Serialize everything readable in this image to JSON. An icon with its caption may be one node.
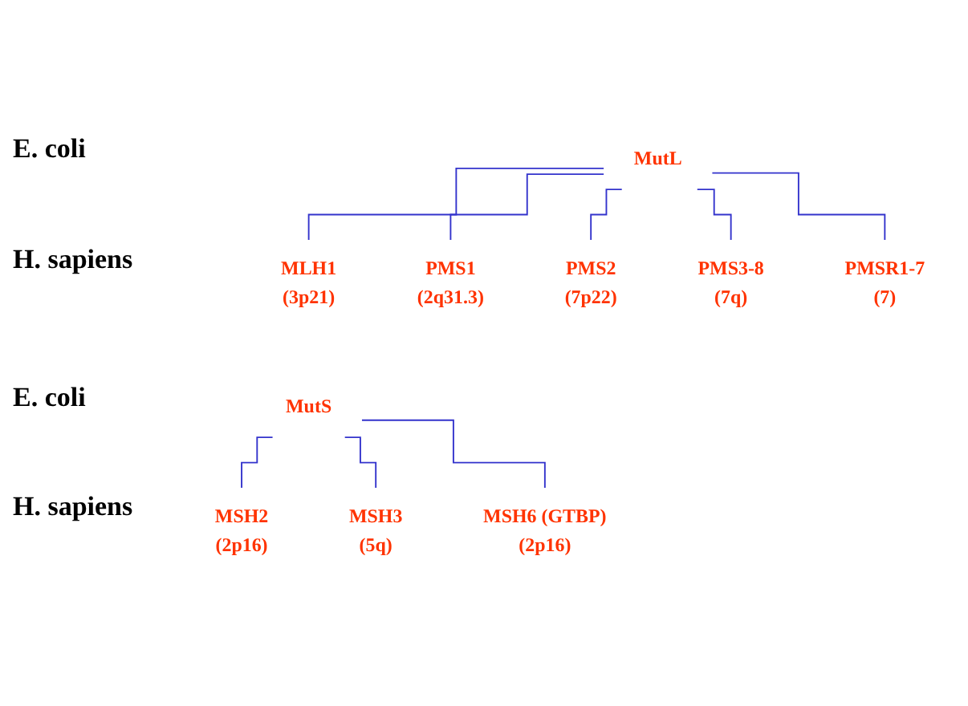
{
  "diagram": {
    "nodes": [
      {
        "text": [
          "MutL"
        ]
      },
      {
        "text": [
          "MLH1"
        ],
        "beside": [
          "(3p21)"
        ]
      },
      {
        "text": [
          "PMS1"
        ],
        "beside": [
          "(2q31.3)"
        ]
      },
      {
        "text": [
          "PMS2"
        ],
        "beside": [
          "(7p22)"
        ]
      },
      {
        "text": [
          "PMS3-8"
        ],
        "beside": [
          "(7q)"
        ]
      },
      {
        "text": [
          "PMSR1-7"
        ],
        "beside": [
          "(7)"
        ]
      },
      {
        "text": [
          "MutS"
        ]
      },
      {
        "text": [
          "MSH2"
        ],
        "beside": [
          "(2p16)"
        ]
      },
      {
        "text": [
          "MSH3"
        ],
        "beside": [
          "(5q)"
        ]
      },
      {
        "text": [
          "MSH6 (GTBP)"
        ],
        "beside": [
          "(2p16)"
        ]
      }
    ],
    "edges": [
      {
        "from": 0,
        "to": 1,
        "arrow": "none"
      },
      {
        "from": 0,
        "to": 2,
        "arrow": "none"
      },
      {
        "from": 0,
        "to": 3,
        "arrow": "none"
      },
      {
        "from": 0,
        "to": 4,
        "arrow": "none"
      },
      {
        "from": 0,
        "to": 5,
        "arrow": "none"
      },
      {
        "from": 6,
        "to": 7,
        "arrow": "none"
      },
      {
        "from": 6,
        "to": 8,
        "arrow": "none"
      },
      {
        "from": 6,
        "to": 9,
        "arrow": "none"
      }
    ],
    "labels": [
      "E. coli",
      "H. sapiens",
      "E. coli",
      "H. sapiens"
    ]
  }
}
